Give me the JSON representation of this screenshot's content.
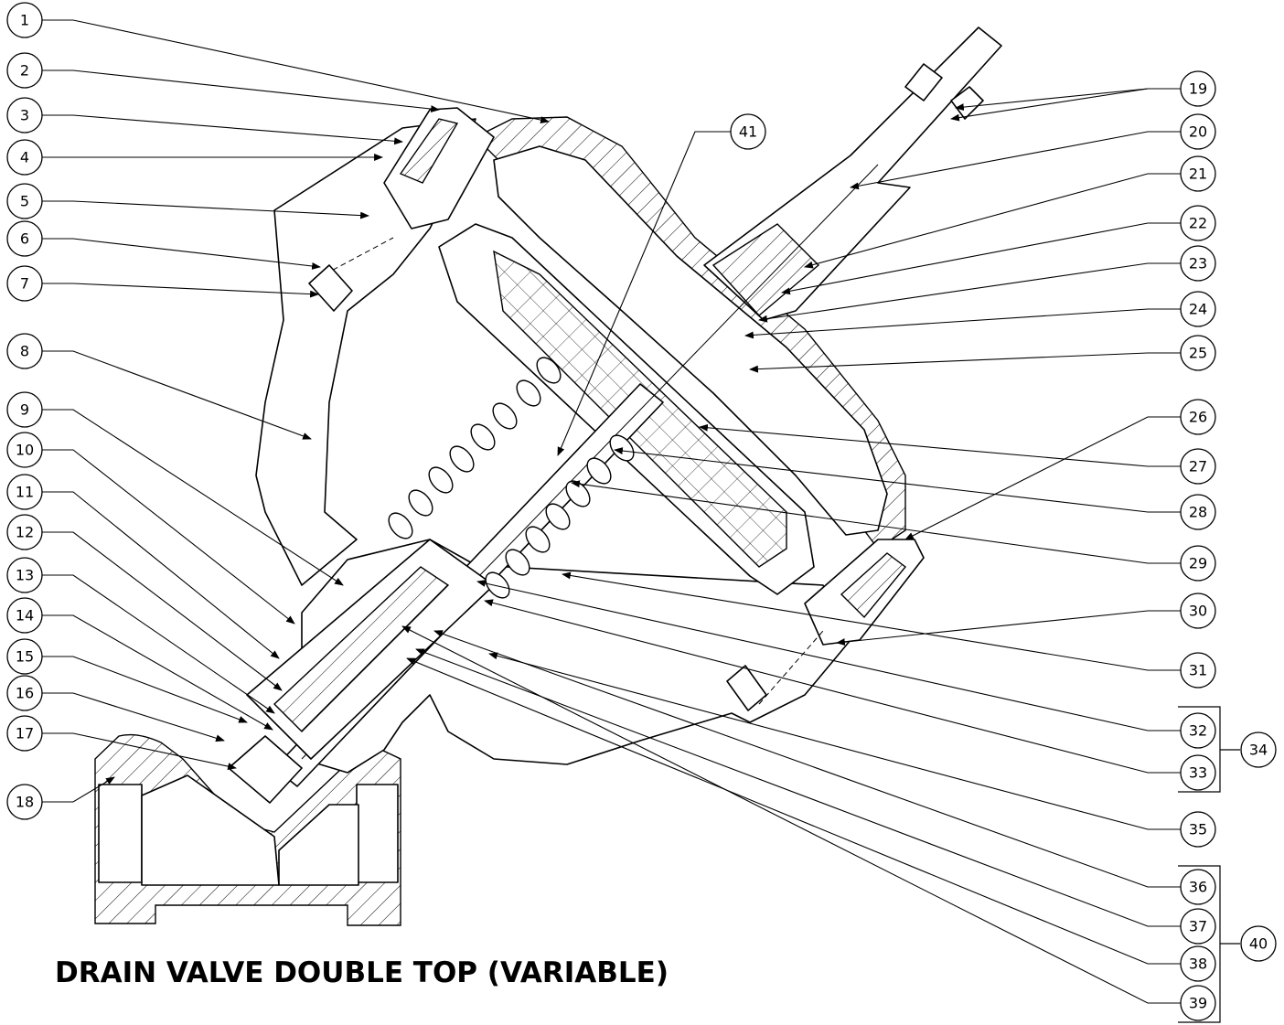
{
  "title": "DRAIN VALVE DOUBLE TOP (VARIABLE)",
  "balloons_left": [
    "1",
    "2",
    "3",
    "4",
    "5",
    "6",
    "7",
    "8",
    "9",
    "10",
    "11",
    "12",
    "13",
    "14",
    "15",
    "16",
    "17",
    "18"
  ],
  "balloons_right": [
    "19",
    "20",
    "21",
    "22",
    "23",
    "24",
    "25",
    "26",
    "27",
    "28",
    "29",
    "30",
    "31",
    "32",
    "33",
    "35",
    "36",
    "37",
    "38",
    "39"
  ],
  "balloon_top": "41",
  "group_labels": [
    "34",
    "40"
  ],
  "colors": {
    "line": "#000000",
    "background": "#ffffff"
  }
}
